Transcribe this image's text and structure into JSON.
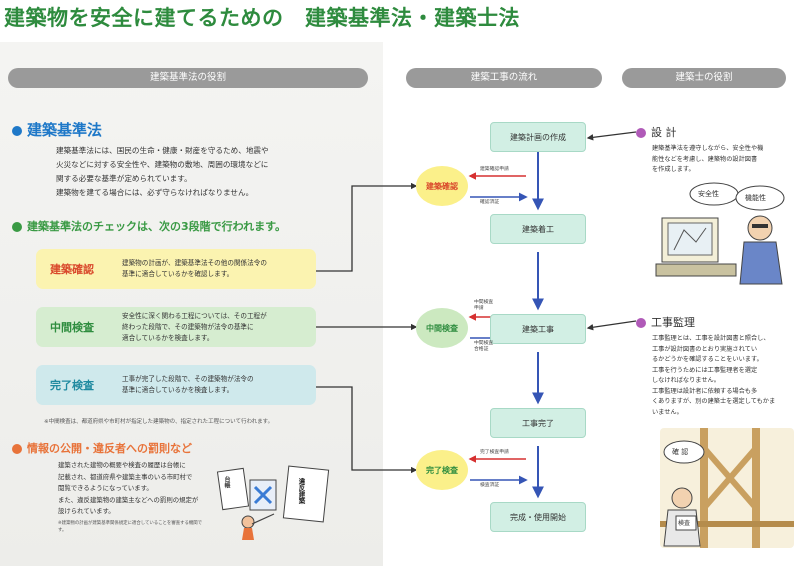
{
  "title": "建築物を安全に建てるための　建築基準法・建築士法",
  "headers": {
    "left": "建築基準法の役割",
    "flow": "建築工事の流れ",
    "right": "建築士の役割"
  },
  "intro": {
    "heading": "建築基準法",
    "lines": [
      "建築基準法には、国民の生命・健康・財産を守るため、地震や",
      "火災などに対する安全性や、建築物の敷地、周囲の環境などに",
      "関する必要な基準が定められています。",
      "建築物を建てる場合には、必ず守らなければなりません。"
    ]
  },
  "check": {
    "heading": "建築基準法のチェックは、次の3段階で行われます。",
    "cards": [
      {
        "label": "建築確認",
        "color": "#d9482b",
        "bg": "#fbf3b0",
        "lines": [
          "建築物の計画が、建築基準法その他の関係法令の",
          "基準に適合しているかを確認します。"
        ]
      },
      {
        "label": "中間検査",
        "color": "#2f8d3f",
        "bg": "#d6edd0",
        "lines": [
          "安全性に深く関わる工程については、その工程が",
          "終わった段階で、その建築物が法令の基準に",
          "適合しているかを検査します。"
        ]
      },
      {
        "label": "完了検査",
        "color": "#1f8aa0",
        "bg": "#cfe9ec",
        "lines": [
          "工事が完了した段階で、その建築物が法令の",
          "基準に適合しているかを検査します。"
        ]
      }
    ],
    "note": "※中間検査は、都道府県や市町村が指定した建築物の、指定された工程について行われます。"
  },
  "penalty": {
    "heading": "情報の公開・違反者への罰則など",
    "lines": [
      "建築された建物の概要や検査の履歴は台帳に",
      "記載され、都道府県や建築主事のいる市町村で",
      "閲覧できるようになっています。",
      "また、違反建築物の建築主などへの罰則の規定が",
      "設けられています。"
    ],
    "small": "※建築物の計画が建築基準関係規定に適合していることを審査する機関です。"
  },
  "flow": {
    "boxes": [
      "建築計画の作成",
      "建築着工",
      "建築工事",
      "工事完了",
      "完成・使用開始"
    ],
    "circles": [
      "建築確認",
      "中間検査",
      "完了検査"
    ],
    "tags": {
      "confirm_request": "建築確認申請",
      "confirm_issue": "確認済証",
      "mid_request": [
        "中間検査",
        "申請"
      ],
      "mid_issue": [
        "中間検査",
        "合格証"
      ],
      "done_request": "完了検査申請",
      "done_issue": "検査済証"
    }
  },
  "right": {
    "design": {
      "heading": "設 計",
      "lines": [
        "建築基準法を遵守しながら、安全性や機",
        "能性などを考慮し、建築物の設計図書",
        "を作成します。"
      ]
    },
    "supervision": {
      "heading": "工事監理",
      "lines": [
        "工事監理とは、工事を設計図書と照合し、",
        "工事が設計図書のとおり実施されてい",
        "るかどうかを確認することをいいます。",
        "工事を行うためには工事監理者を選定",
        "しなければなりません。",
        "工事監理は設計者に依頼する場合も多",
        "くありますが、別の建築士を選定してもかま",
        "いません。"
      ]
    },
    "bubble1": "安全性",
    "bubble2": "機能性",
    "bubble3": "確 認",
    "inspect_tag": "検査"
  },
  "illus": {
    "ledger": "台帳",
    "stamp": "違反建築"
  }
}
